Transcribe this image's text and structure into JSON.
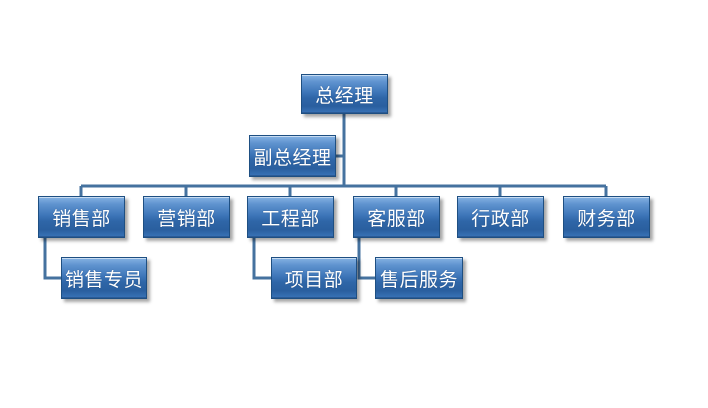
{
  "org_chart": {
    "top": {
      "label": "总经理"
    },
    "assistant": {
      "label": "副总经理"
    },
    "departments": [
      {
        "label": "销售部"
      },
      {
        "label": "营销部"
      },
      {
        "label": "工程部"
      },
      {
        "label": "客服部"
      },
      {
        "label": "行政部"
      },
      {
        "label": "财务部"
      }
    ],
    "sub_units": [
      {
        "label": "销售专员",
        "parent": "销售部"
      },
      {
        "label": "项目部",
        "parent": "工程部"
      },
      {
        "label": "售后服务",
        "parent": "客服部"
      }
    ],
    "colors": {
      "box_fill": "#3e76b9",
      "box_border": "#1e4f82",
      "connector": "#45729f",
      "text": "#ffffff"
    }
  }
}
